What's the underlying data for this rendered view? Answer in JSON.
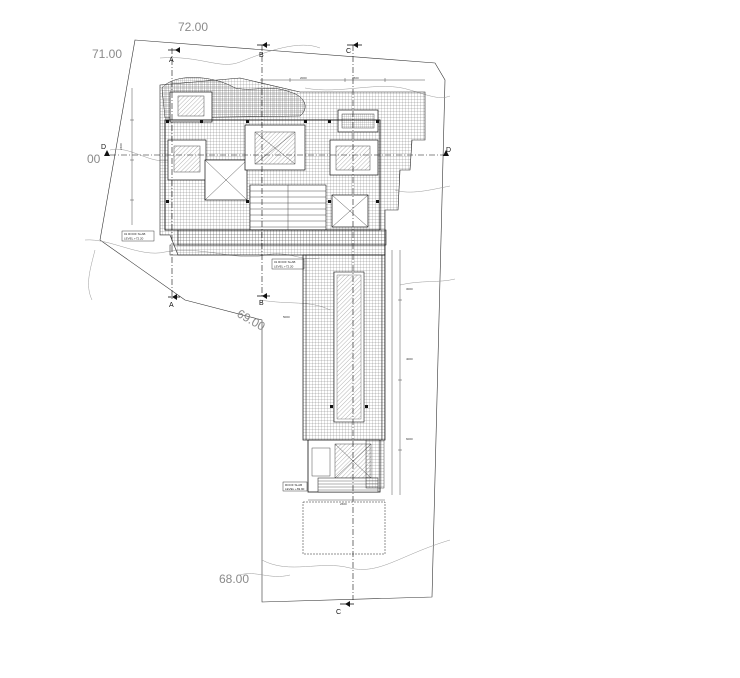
{
  "contours": {
    "c72": "72.00",
    "c71": "71.00",
    "c69": "69.00",
    "c68": "68.00",
    "c70_partial": "00"
  },
  "sections": {
    "a_top": "A",
    "a_bottom": "A",
    "b_top": "B",
    "b_bottom": "B",
    "c_top": "C",
    "c_bottom": "C",
    "d_left": "D",
    "d_right": "D"
  },
  "notes": {
    "level_left_1": "01 ROOF SLAB",
    "level_left_2": "LEVEL +72.20",
    "level_mid_1": "01 ROOF SLAB",
    "level_mid_2": "LEVEL +72.20",
    "level_bottom_1": "ROOF SLAB",
    "level_bottom_2": "LEVEL +69.90"
  },
  "dimensions": {
    "d1": "3500",
    "d2": "2000",
    "d3": "2400",
    "d4": "3000",
    "d5": "4000",
    "d6": "6000",
    "d7": "2600",
    "d8": "5000"
  },
  "colors": {
    "line": "#1a1a1a",
    "hatch": "#555555",
    "contour": "#9a9a9a",
    "background": "#ffffff"
  }
}
